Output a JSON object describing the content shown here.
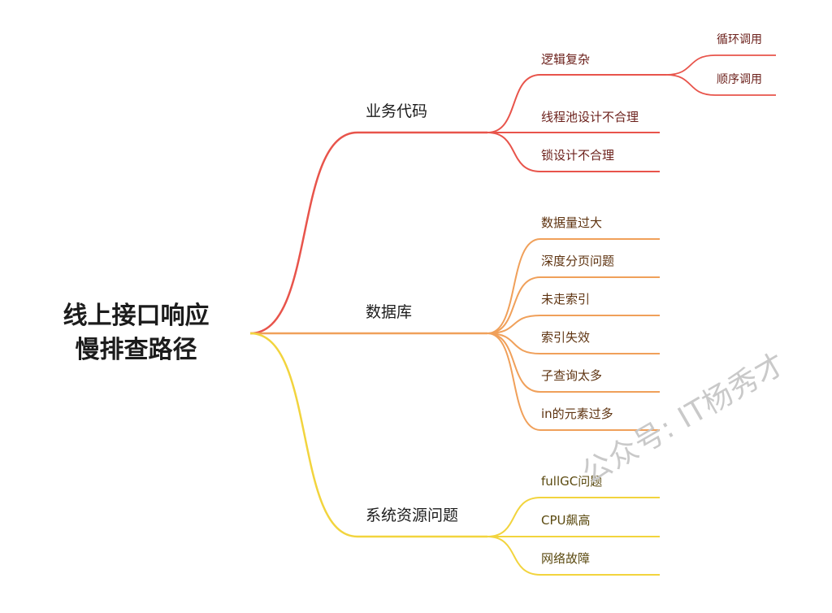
{
  "colors": {
    "red": "#e8544b",
    "orange": "#f0a05a",
    "yellow": "#f2d43e"
  },
  "root": {
    "line1": "线上接口响应",
    "line2": "慢排查路径"
  },
  "branches": [
    {
      "label": "业务代码",
      "color": "red",
      "children": [
        {
          "label": "逻辑复杂",
          "children": [
            "循环调用",
            "顺序调用"
          ]
        },
        {
          "label": "线程池设计不合理"
        },
        {
          "label": "锁设计不合理"
        }
      ]
    },
    {
      "label": "数据库",
      "color": "orange",
      "children": [
        {
          "label": "数据量过大"
        },
        {
          "label": "深度分页问题"
        },
        {
          "label": "未走索引"
        },
        {
          "label": "索引失效"
        },
        {
          "label": "子查询太多"
        },
        {
          "label": "in的元素过多"
        }
      ]
    },
    {
      "label": "系统资源问题",
      "color": "yellow",
      "children": [
        {
          "label": "fullGC问题"
        },
        {
          "label": "CPU飙高"
        },
        {
          "label": "网络故障"
        }
      ]
    }
  ],
  "watermark": "公众号: IT杨秀才"
}
